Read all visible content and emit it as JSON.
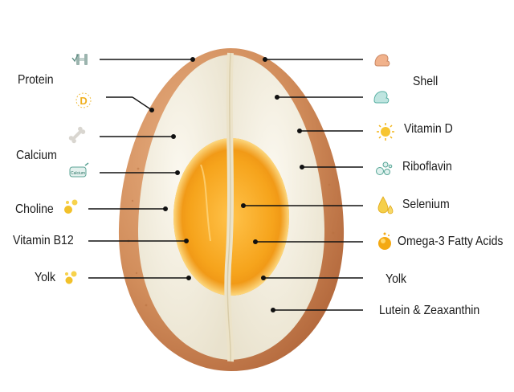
{
  "left_labels": [
    {
      "text": "Protein",
      "icon": "dumbbell-icon"
    },
    {
      "text": "Calcium",
      "icon": "bone-icon"
    },
    {
      "text": "Choline",
      "icon": "molecule-icon"
    },
    {
      "text": "Vitamin B12",
      "icon": ""
    },
    {
      "text": "Yolk",
      "icon": "molecule-icon"
    }
  ],
  "left_extra_icons": [
    {
      "icon": "vitamin-d-icon",
      "text": "D"
    },
    {
      "icon": "calcium-pill-icon",
      "text": "Calcium"
    }
  ],
  "right_labels": [
    {
      "text": "Shell",
      "icon": "flexed-arm-icon"
    },
    {
      "text": "Vitamin D",
      "icon": "sun-icon"
    },
    {
      "text": "Riboflavin",
      "icon": "bubbles-icon"
    },
    {
      "text": "Selenium",
      "icon": "droplets-icon"
    },
    {
      "text": "Omega-3 Fatty Acids",
      "icon": "oil-drop-icon"
    },
    {
      "text": "Yolk",
      "icon": ""
    },
    {
      "text": "Lutein & Zeaxanthin",
      "icon": ""
    }
  ],
  "colors": {
    "shell": "#d28e5c",
    "shell_shadow": "#b66a3d",
    "white": "#f5f1e4",
    "yolk_outer": "#f3a51b",
    "yolk_inner": "#ffd36a",
    "line": "#111111"
  }
}
